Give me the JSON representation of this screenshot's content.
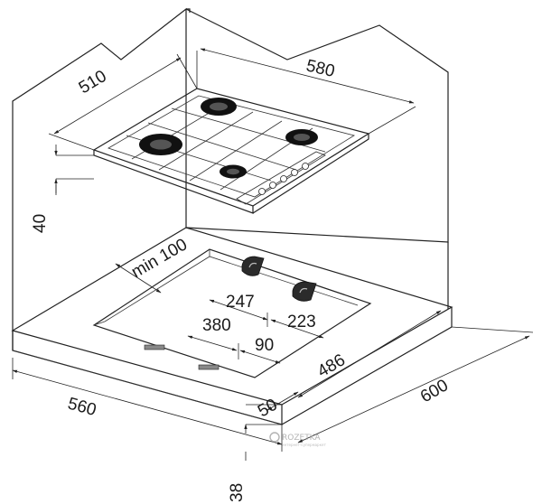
{
  "dimensions": {
    "hob_depth": "510",
    "hob_width": "580",
    "hob_height": "40",
    "min_clearance": "min 100",
    "cutout_left": "247",
    "cutout_right": "223",
    "cutout_depth": "380",
    "cutout_offset": "90",
    "worktop_front": "486",
    "worktop_width": "560",
    "front_edge": "50",
    "worktop_depth": "600",
    "worktop_thickness": "38"
  },
  "watermark": {
    "brand": "ROZETKA",
    "tagline": "интернет-супермаркет"
  },
  "colors": {
    "stroke": "#222222",
    "burner": "#111111",
    "background": "#ffffff"
  }
}
